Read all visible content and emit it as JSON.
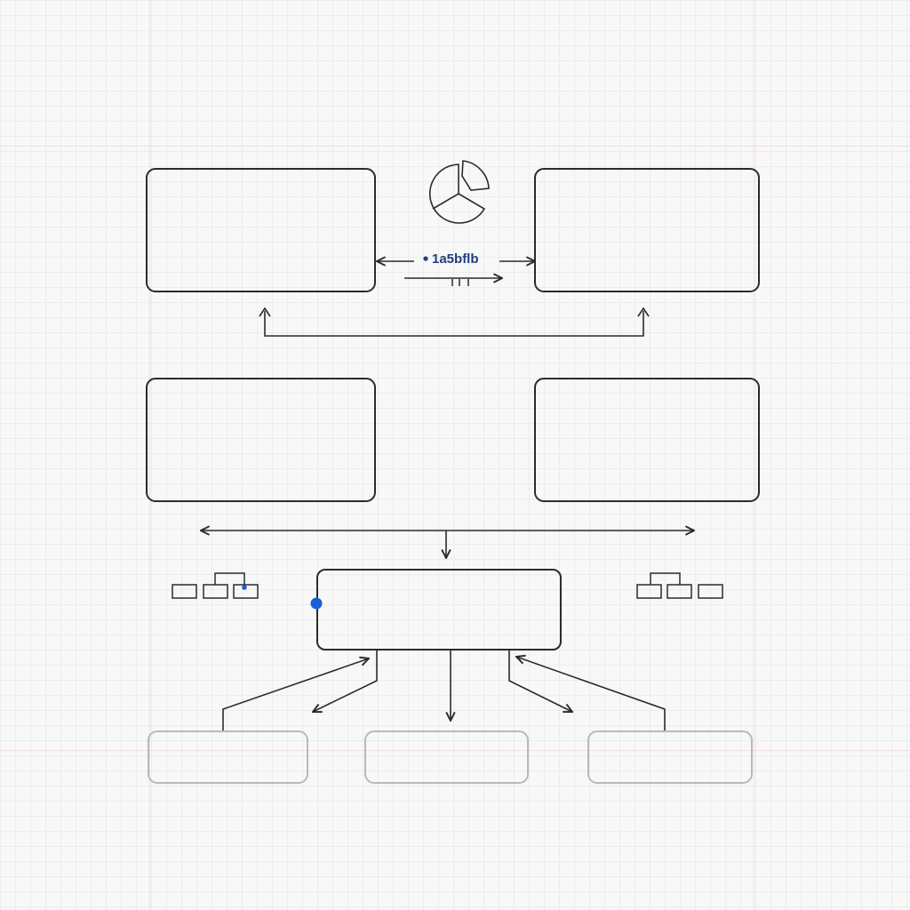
{
  "diagram": {
    "center_label": "1a5bflb",
    "colors": {
      "stroke": "#2b2b2b",
      "muted_stroke": "#b9b9b9",
      "accent_blue": "#1a5fd6",
      "label_blue": "#1f3f7a",
      "grid": "#ececec"
    },
    "icons": [
      "pie-chart-icon",
      "hierarchy-icon-left",
      "hierarchy-icon-right"
    ]
  }
}
